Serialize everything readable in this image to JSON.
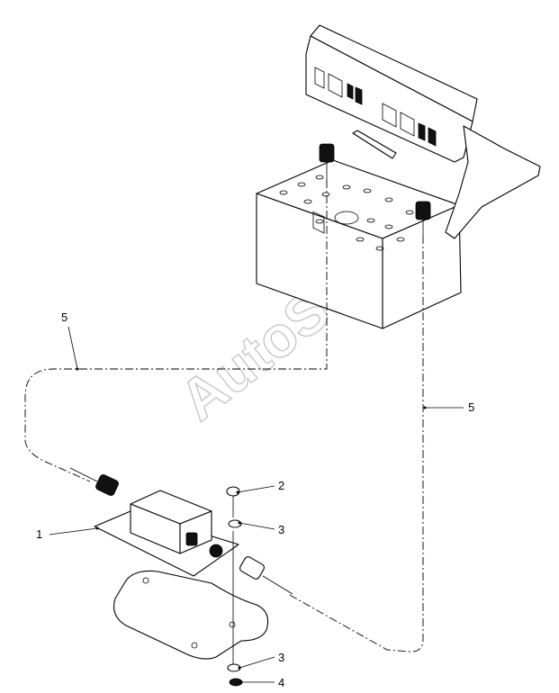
{
  "callouts": {
    "c1": "1",
    "c2": "2",
    "c3a": "3",
    "c3b": "3",
    "c4": "4",
    "c5a": "5",
    "c5b": "5"
  },
  "watermark": "AutoSoft"
}
